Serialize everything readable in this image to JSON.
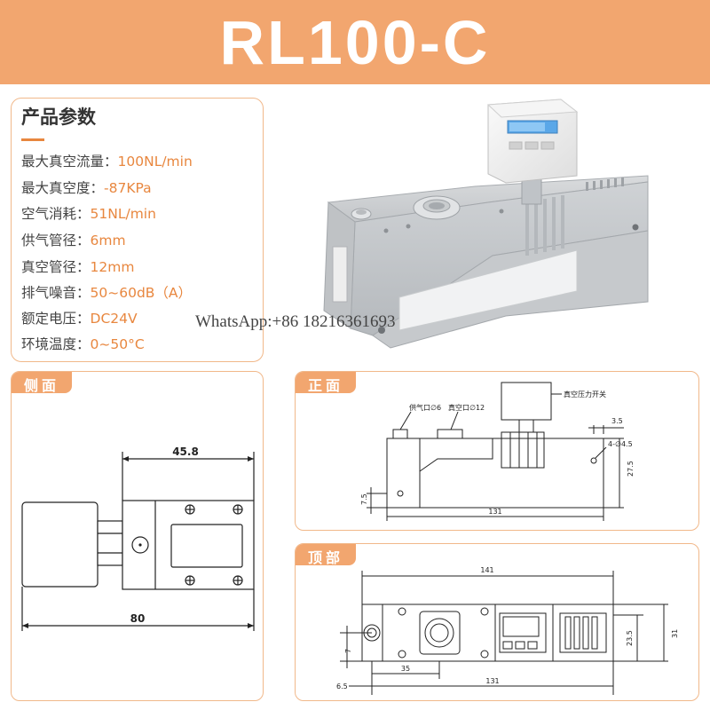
{
  "header": {
    "title": "RL100-C"
  },
  "params": {
    "title": "产品参数",
    "rows": [
      {
        "label": "最大真空流量：",
        "value": "100NL/min"
      },
      {
        "label": "最大真空度：",
        "value": "-87KPa"
      },
      {
        "label": "空气消耗：",
        "value": "51NL/min"
      },
      {
        "label": "供气管径：",
        "value": "6mm"
      },
      {
        "label": "真空管径：",
        "value": "12mm"
      },
      {
        "label": "排气噪音：",
        "value": "50~60dB（A）"
      },
      {
        "label": "额定电压：",
        "value": "DC24V"
      },
      {
        "label": "环境温度：",
        "value": "0~50°C"
      }
    ]
  },
  "watermark": "WhatsApp:+86  18216361693",
  "side_view": {
    "tag": "侧面",
    "dim_top": "45.8",
    "dim_bottom": "80"
  },
  "front_view": {
    "tag": "正面",
    "label_supply": "供气口∅6",
    "label_vacuum": "真空口∅12",
    "label_switch": "真空压力开关",
    "dim_35": "3.5",
    "dim_holes": "4-∅4.5",
    "dim_275": "27.5",
    "dim_75": "7.5",
    "dim_131": "131"
  },
  "top_view": {
    "tag": "顶部",
    "dim_141": "141",
    "dim_7": "7",
    "dim_35": "35",
    "dim_235": "23.5",
    "dim_31": "31",
    "dim_65": "6.5",
    "dim_131": "131"
  }
}
